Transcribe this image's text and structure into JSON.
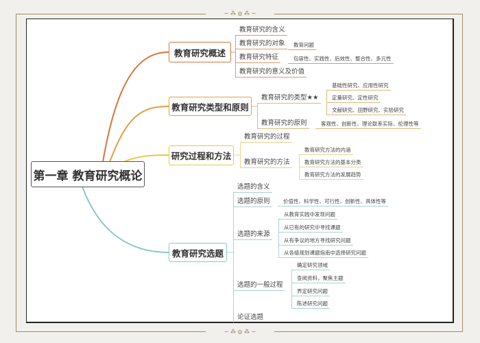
{
  "colors": {
    "branch1": "#d4763a",
    "branch2": "#e0a040",
    "branch3": "#e8c84a",
    "branch4": "#88c8c2",
    "root_border": "#555555",
    "frame": "#a08b6a"
  },
  "root": {
    "label": "第一章 教育研究概论"
  },
  "branches": [
    {
      "label": "教育研究概述",
      "children": [
        {
          "label": "教育研究的含义"
        },
        {
          "label": "教育研究的对象",
          "detail": "教育问题"
        },
        {
          "label": "教育研究特征",
          "detail": "包容性、实践性、后效性、整合性、多元性"
        },
        {
          "label": "教育研究的意义及价值"
        }
      ]
    },
    {
      "label": "教育研究类型和原则",
      "children": [
        {
          "label": "教育研究的类型★★",
          "items": [
            "基础性研究、应用性研究",
            "定量研究、定性研究",
            "文献研究、田野研究、实验研究"
          ]
        },
        {
          "label": "教育研究的原则",
          "detail": "客观性、创新性、理论联系实际、伦理性等"
        }
      ]
    },
    {
      "label": "研究过程和方法",
      "children": [
        {
          "label": "教育研究的过程"
        },
        {
          "label": "教育研究的方法",
          "items": [
            "教育研究方法的内涵",
            "教育研究方法的基本分类",
            "教育研究方法的发展趋势"
          ]
        }
      ]
    },
    {
      "label": "教育研究选题",
      "children": [
        {
          "label": "选题的含义"
        },
        {
          "label": "选题的原则",
          "detail": "价值性、科学性、可行性、创新性、具体性等"
        },
        {
          "label": "选题的来源",
          "items": [
            "从教育实践中发现问题",
            "从已有的研究中寻找课题",
            "从有争议的地方寻找研究问题",
            "从各级规划课题指南中选择研究问题"
          ]
        },
        {
          "label": "选题的一般过程",
          "items": [
            "确定研究领域",
            "查阅资料，聚焦主题",
            "界定研究问题",
            "陈述研究问题"
          ]
        },
        {
          "label": "论证选题"
        }
      ]
    }
  ]
}
